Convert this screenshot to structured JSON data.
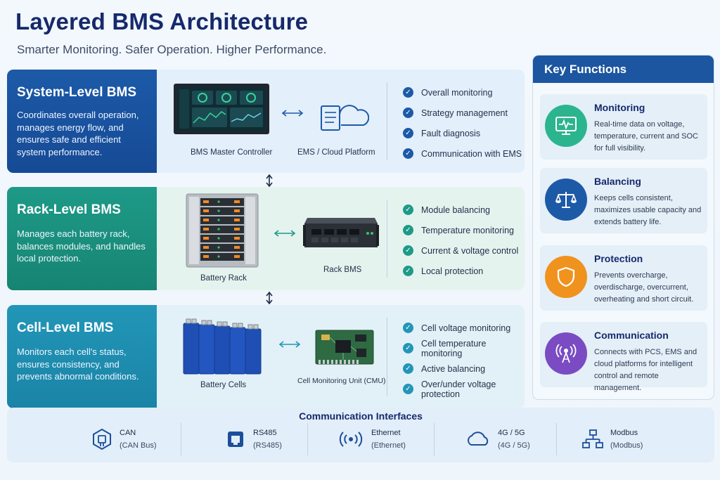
{
  "header": {
    "title": "Layered BMS Architecture",
    "subtitle": "Smarter Monitoring. Safer Operation. Higher Performance."
  },
  "levels": {
    "system": {
      "title": "System-Level BMS",
      "description": "Coordinates overall operation, manages energy flow, and ensures safe and efficient system performance.",
      "device_a": "BMS Master Controller",
      "device_b": "EMS / Cloud Platform",
      "features": [
        "Overall monitoring",
        "Strategy management",
        "Fault diagnosis",
        "Communication with EMS"
      ]
    },
    "rack": {
      "title": "Rack-Level BMS",
      "description": "Manages each battery rack, balances modules, and handles local protection.",
      "device_a": "Battery Rack",
      "device_b": "Rack BMS",
      "features": [
        "Module balancing",
        "Temperature monitoring",
        "Current & voltage control",
        "Local protection"
      ]
    },
    "cell": {
      "title": "Cell-Level BMS",
      "description": "Monitors each cell's status, ensures consistency, and prevents abnormal conditions.",
      "device_a": "Battery Cells",
      "device_b": "Cell Monitoring Unit (CMU)",
      "features": [
        "Cell voltage monitoring",
        "Cell temperature monitoring",
        "Active balancing",
        "Over/under voltage protection"
      ]
    }
  },
  "key_functions": {
    "title": "Key Functions",
    "items": [
      {
        "title": "Monitoring",
        "text": "Real-time data on voltage, temperature, current and SOC for full visibility.",
        "icon": "monitor-pulse-icon",
        "color": "#2bb58e"
      },
      {
        "title": "Balancing",
        "text": "Keeps cells consistent, maximizes usable capacity and extends battery life.",
        "icon": "scale-icon",
        "color": "#1c5aa8"
      },
      {
        "title": "Protection",
        "text": "Prevents overcharge, overdischarge, overcurrent, overheating and short circuit.",
        "icon": "shield-icon",
        "color": "#f0921e"
      },
      {
        "title": "Communication",
        "text": "Connects with PCS, EMS and cloud platforms for intelligent control and remote management.",
        "icon": "antenna-icon",
        "color": "#7a4bc2"
      }
    ]
  },
  "interfaces": {
    "title": "Communication Interfaces",
    "items": [
      {
        "label": "CAN",
        "sub": "(CAN Bus)",
        "icon": "can-bus-icon"
      },
      {
        "label": "RS485",
        "sub": "(RS485)",
        "icon": "rs485-port-icon"
      },
      {
        "label": "Ethernet",
        "sub": "(Ethernet)",
        "icon": "ethernet-signal-icon"
      },
      {
        "label": "4G / 5G",
        "sub": "(4G / 5G)",
        "icon": "cloud-icon"
      },
      {
        "label": "Modbus",
        "sub": "(Modbus)",
        "icon": "network-tree-icon"
      }
    ]
  },
  "colors": {
    "title": "#16296b",
    "system": "#1c5aa8",
    "rack": "#1e9a88",
    "cell": "#2296b8"
  }
}
